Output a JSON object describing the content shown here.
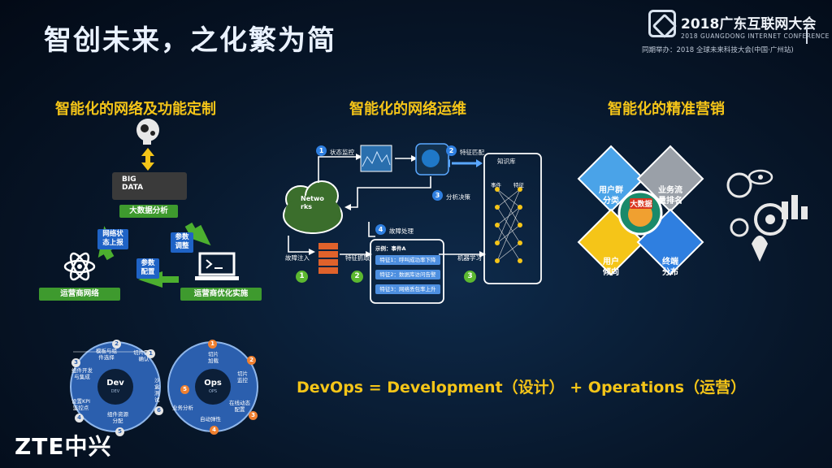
{
  "header": {
    "title": "智创未来，之化繁为简",
    "conference_title": "2018广东互联网大会",
    "conference_en": "2018 GUANGDONG INTERNET CONFERENCE",
    "conference_sub": "同期举办：2018 全球未来科技大会(中国·广州站)"
  },
  "sections": {
    "left_title": "智能化的网络及功能定制",
    "mid_title": "智能化的网络运维",
    "right_title": "智能化的精准营销"
  },
  "left_diagram": {
    "big_data_text": "BIG\nDATA",
    "big_data_label": "大数据分析",
    "arrow_left_label": "网络状\n态上报",
    "arrow_right_label": "参数\n调整",
    "arrow_bottom_label": "参数\n配置",
    "operator_network": "运营商网络",
    "operator_optimize": "运营商优化实施"
  },
  "mid_diagram": {
    "step1": "状态监控",
    "step2": "特征匹配",
    "step3": "分析决策",
    "step4": "故障处理",
    "networks": "Netwo\nrks",
    "knowledge_base": "知识库",
    "event": "事件",
    "feature": "特征",
    "fault_inject": "故障注入",
    "feature_capture": "特征抓取",
    "machine_learning": "机器学习",
    "example_event": "示例：事件A",
    "feature1": "特征1：呼叫成功率下降",
    "feature2": "特征2：数据库访问告警",
    "feature3": "特征3：网络丢包率上升",
    "n1": "1",
    "n2": "2",
    "n3": "3",
    "n4": "4"
  },
  "right_diagram": {
    "q1": "用户群\n分类",
    "q2": "业务流\n量排名",
    "q3": "用户\n倾向",
    "q4": "终端\n分布",
    "center": "大数据"
  },
  "devops_loop": {
    "dev": "Dev",
    "ops": "Ops",
    "dev_sub": "DEV",
    "ops_sub": "OPS",
    "l1": "切片需求\n确认",
    "l2": "模板与组\n件选择",
    "l3": "组件开发\n与集成",
    "l4": "设置KPI\n监控点",
    "l5": "组件资源\n分配",
    "l6": "沙盒测试",
    "r1": "切片\n加载",
    "r2": "切片\n监控",
    "r3": "在线动态\n配置",
    "r4": "自动弹性",
    "r5": "业务分析",
    "dn1": "1",
    "dn2": "2",
    "dn3": "3",
    "dn4": "4",
    "dn5": "5",
    "dn6": "6",
    "on1": "1",
    "on2": "2",
    "on3": "3",
    "on4": "4",
    "on5": "5"
  },
  "devops_formula": "DevOps = Development（设计） + Operations（运营）",
  "footer": {
    "brand": "ZTE中兴"
  },
  "colors": {
    "accent_yellow": "#f5c518",
    "green": "#3e9a2e",
    "blue": "#1f63c6"
  }
}
